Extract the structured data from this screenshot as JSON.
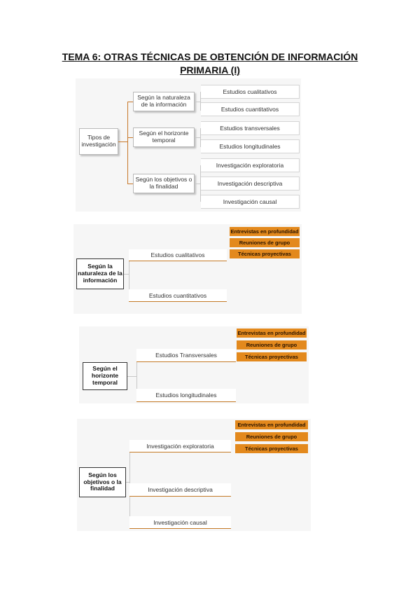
{
  "title": {
    "line1": "TEMA 6: OTRAS TÉCNICAS DE OBTENCIÓN DE INFORMACIÓN",
    "line2": "PRIMARIA (I)"
  },
  "diagram1": {
    "root": "Tipos de investigación",
    "branches": [
      {
        "label": "Según la naturaleza de la información",
        "children": [
          "Estudios cualitativos",
          "Estudios cuantitativos"
        ]
      },
      {
        "label": "Según el horizonte temporal",
        "children": [
          "Estudios transversales",
          "Estudios longitudinales"
        ]
      },
      {
        "label": "Según los objetivos o la finalidad",
        "children": [
          "Investigación exploratoria",
          "Investigación descriptiva",
          "Investigación causal"
        ]
      }
    ]
  },
  "diagram2": {
    "root": "Según la naturaleza de la información",
    "children": [
      "Estudios cualitativos",
      "Estudios cuantitativos"
    ],
    "tags": [
      "Entrevistas en profundidad",
      "Reuniones de grupo",
      "Técnicas proyectivas"
    ]
  },
  "diagram3": {
    "root": "Según el horizonte temporal",
    "children": [
      "Estudios Transversales",
      "Estudios longitudinales"
    ],
    "tags": [
      "Entrevistas en profundidad",
      "Reuniones de grupo",
      "Técnicas proyectivas"
    ]
  },
  "diagram4": {
    "root": "Según los objetivos o la finalidad",
    "children": [
      "Investigación exploratoria",
      "Investigación descriptiva",
      "Investigación causal"
    ],
    "tags": [
      "Entrevistas en profundidad",
      "Reuniones de grupo",
      "Técnicas proyectivas"
    ]
  },
  "colors": {
    "accent": "#e3891d",
    "connector": "#c8782a"
  }
}
